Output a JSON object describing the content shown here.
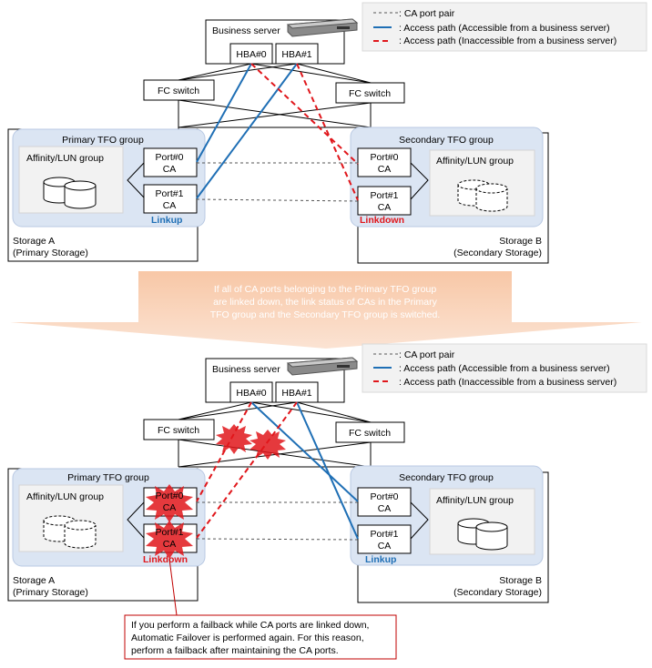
{
  "legend": {
    "ca_port_pair": ": CA port pair",
    "access_accessible": ": Access path (Accessible from a business server)",
    "access_inaccessible": ": Access path (Inaccessible from a business server)"
  },
  "top": {
    "server_title": "Business server",
    "hba0": "HBA#0",
    "hba1": "HBA#1",
    "fc_switch": "FC switch",
    "primary_group": "Primary TFO group",
    "secondary_group": "Secondary TFO group",
    "affinity": "Affinity/LUN group",
    "port0": "Port#0",
    "port1": "Port#1",
    "ca": "CA",
    "primary_status": "Linkup",
    "secondary_status": "Linkdown",
    "storage_a_line1": "Storage A",
    "storage_a_line2": "(Primary Storage)",
    "storage_b_line1": "Storage B",
    "storage_b_line2": "(Secondary Storage)"
  },
  "arrow_text": [
    "If all of CA ports belonging to the Primary TFO group",
    "are linked down, the link status of CAs in the Primary",
    "TFO group and the Secondary TFO group is switched."
  ],
  "bottom": {
    "server_title": "Business server",
    "hba0": "HBA#0",
    "hba1": "HBA#1",
    "fc_switch": "FC switch",
    "primary_group": "Primary TFO group",
    "secondary_group": "Secondary TFO group",
    "affinity": "Affinity/LUN group",
    "port0": "Port#0",
    "port1": "Port#1",
    "ca": "CA",
    "primary_status": "Linkdown",
    "secondary_status": "Linkup",
    "storage_a_line1": "Storage A",
    "storage_a_line2": "(Primary Storage)",
    "storage_b_line1": "Storage B",
    "storage_b_line2": "(Secondary Storage)"
  },
  "note": [
    "If you perform a failback while CA ports are linked down,",
    "Automatic Failover is performed again. For this reason,",
    "perform a failback after maintaining the CA ports."
  ],
  "colors": {
    "accessible": "#1f6fb5",
    "inaccessible": "#e0161b",
    "tfo_group": "#dbe5f3",
    "arrow": "#f8cbad"
  }
}
